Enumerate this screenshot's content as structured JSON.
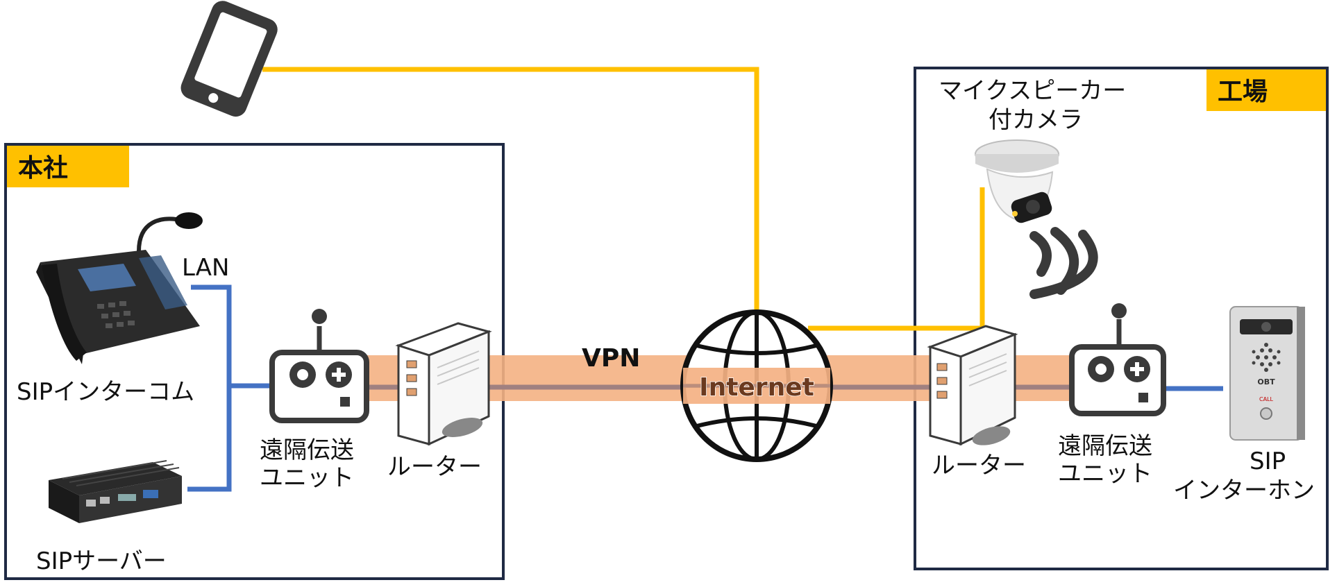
{
  "areas": {
    "hq": "本社",
    "factory": "工場"
  },
  "labels": {
    "lan": "LAN",
    "vpn": "VPN",
    "internet": "Internet",
    "sip_intercom": "SIPインターコム",
    "sip_server": "SIPサーバー",
    "remote_unit_left": [
      "遠隔伝送",
      "ユニット"
    ],
    "router_left": "ルーター",
    "router_right": "ルーター",
    "remote_unit_right": [
      "遠隔伝送",
      "ユニット"
    ],
    "camera": [
      "マイクスピーカー",
      "付カメラ"
    ],
    "sip_doorphone": [
      "SIP",
      "インターホン"
    ],
    "doorphone_brand": "OBT",
    "doorphone_call": "CALL"
  },
  "colors": {
    "frame": "#1f2a44",
    "area_tag": "#ffc000",
    "yellow_line": "#ffc000",
    "blue_line": "#4472c4",
    "vpn_band": "#f4b183",
    "vpn_core": "#a08080",
    "icon_dark": "#3a3a3a"
  }
}
